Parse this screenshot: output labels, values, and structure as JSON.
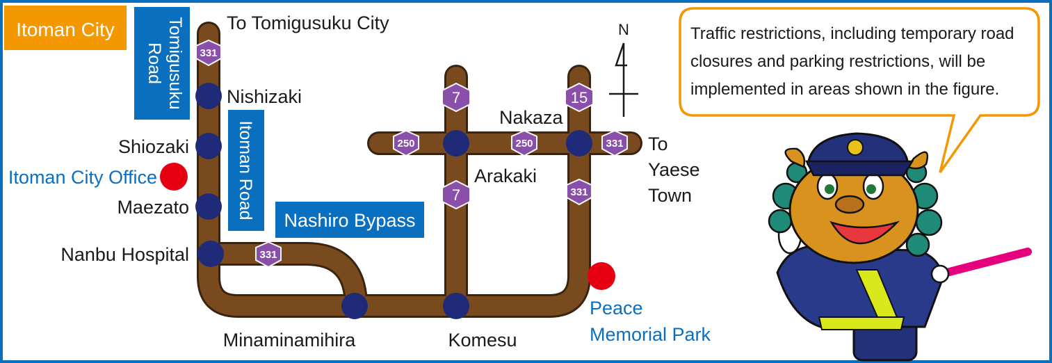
{
  "map": {
    "city_badge": "Itoman City",
    "roads": {
      "tomigusuku_road": [
        "Tomigusuku",
        "Road"
      ],
      "itoman_road": "Itoman Road",
      "nashiro_bypass": "Nashiro Bypass"
    },
    "places": {
      "to_tomigusuku_city": "To Tomigusuku City",
      "nishizaki": "Nishizaki",
      "shiozaki": "Shiozaki",
      "itoman_city_office": "Itoman City Office",
      "maezato": "Maezato",
      "nanbu_hospital": "Nanbu Hospital",
      "minaminamihira": "Minaminamihira",
      "komesu": "Komesu",
      "arakaki": "Arakaki",
      "nakaza": "Nakaza",
      "to_yaese_town": [
        "To",
        "Yaese",
        "Town"
      ],
      "peace_memorial_park": [
        "Peace",
        "Memorial Park"
      ]
    },
    "route_numbers": {
      "r331_a": "331",
      "r331_b": "331",
      "r331_c": "331",
      "r331_d": "331",
      "r250_a": "250",
      "r250_b": "250",
      "r7_a": "7",
      "r7_b": "7",
      "r15": "15"
    },
    "compass": "N",
    "notice": [
      "Traffic restrictions, including temporary road",
      "closures and parking restrictions, will be",
      "implemented in areas shown in the figure."
    ],
    "colors": {
      "border": "#0b6fc0",
      "road": "#7a4a1f",
      "road_outline": "#3a2410",
      "intersection": "#1f2a78",
      "landmark": "#e60012",
      "badge": "#f39800",
      "road_label": "#0b6fc0",
      "shield": "#8a4fa8",
      "bubble": "#f39800"
    }
  }
}
